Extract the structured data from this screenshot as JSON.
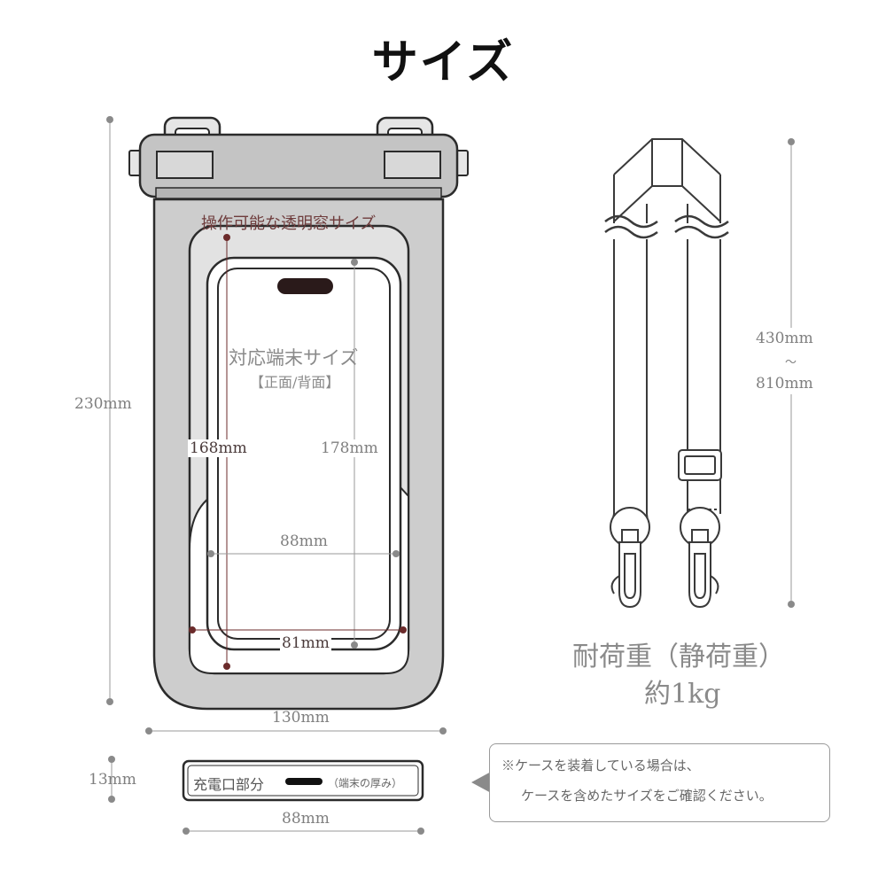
{
  "title": "サイズ",
  "pouch": {
    "window_label": "操作可能な透明窓サイズ",
    "device_label": "対応端末サイズ",
    "device_sub": "【正面/背面】",
    "height": "230mm",
    "width": "130mm",
    "window_height": "168mm",
    "device_height": "178mm",
    "device_width": "88mm",
    "window_width": "81mm"
  },
  "strap": {
    "length_min": "430mm",
    "tilde": "～",
    "length_max": "810mm",
    "load_title": "耐荷重（静荷重）",
    "load_value": "約1kg"
  },
  "charging": {
    "thickness": "13mm",
    "label": "充電口部分",
    "note": "（端末の厚み）",
    "width": "88mm"
  },
  "notice": {
    "line1": "※ケースを装着している場合は、",
    "line2": "ケースを含めたサイズをご確認ください。"
  },
  "colors": {
    "frame_gray": "#cfcfcf",
    "outline": "#2b2b2b",
    "dim_dot": "#8a8a8a",
    "accent_dot": "#6b2b2b"
  }
}
